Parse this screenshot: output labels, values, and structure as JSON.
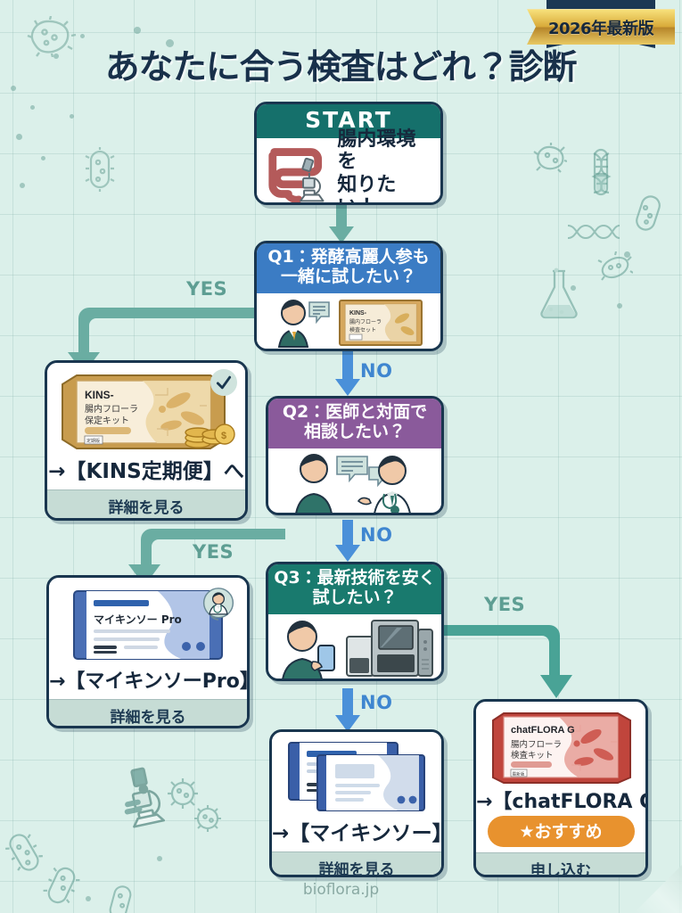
{
  "header": {
    "title": "あなたに合う検査はどれ？診断",
    "badge": "2026年最新版"
  },
  "watermark": "bioflora.jp",
  "colors": {
    "background": "#dbf0ea",
    "start_header": "#15706b",
    "q1_header": "#3b7cc4",
    "q2_header": "#8a5a9b",
    "q3_header": "#197a6e",
    "yes_arrow": "#6aada2",
    "no_arrow": "#4a90d9",
    "footer_bar": "#c6dcd5",
    "recommend_badge": "#e8922e",
    "card_border": "#19364f"
  },
  "nodes": {
    "start": {
      "head": "START",
      "text": "腸内環境を\n知りたい！",
      "icon": "intestine-microscope-illustration"
    },
    "q1": {
      "head": "Q1：発酵高麗人参も\n一緒に試したい？",
      "icon": "person-speech-kins-box-illustration",
      "box_title": "KINS-",
      "box_sub": "腸内フローラ\n検査キット"
    },
    "q2": {
      "head": "Q2：医師と対面で\n相談したい？",
      "icon": "patient-doctor-consult-illustration"
    },
    "q3": {
      "head": "Q3：最新技術を安く\n試したい？",
      "icon": "person-smartphone-analyzer-illustration"
    },
    "kins": {
      "label": "→【KINS定期便】へ",
      "footer": "詳細を見る",
      "icon": "kins-box-coins-illustration",
      "box_title": "KINS-",
      "box_sub": "腸内フローラ\n保定キット",
      "box_tag": "定期版",
      "check": "check-icon"
    },
    "mykinso_pro": {
      "label": "→【マイキンソーPro】へ",
      "footer": "詳細を見る",
      "icon": "mykinso-pro-report-illustration",
      "report_title": "マイキンソー Pro",
      "badge_icon": "doctor-bubble-icon"
    },
    "mykinso": {
      "label": "→【マイキンソー】",
      "footer": "詳細を見る",
      "icon": "mykinso-report-cards-illustration"
    },
    "chatflora": {
      "label": "→【chatFLORA G】",
      "recommend": "★おすすめ",
      "footer": "申し込む",
      "icon": "chatflora-box-illustration",
      "box_title": "chatFLORA G",
      "box_sub": "腸内フローラ\n検査キット",
      "box_tag": "最新版"
    }
  },
  "edges": {
    "q1_yes": "YES",
    "q1_no": "NO",
    "q2_yes": "YES",
    "q2_no": "NO",
    "q3_yes": "YES",
    "q3_no": "NO"
  }
}
